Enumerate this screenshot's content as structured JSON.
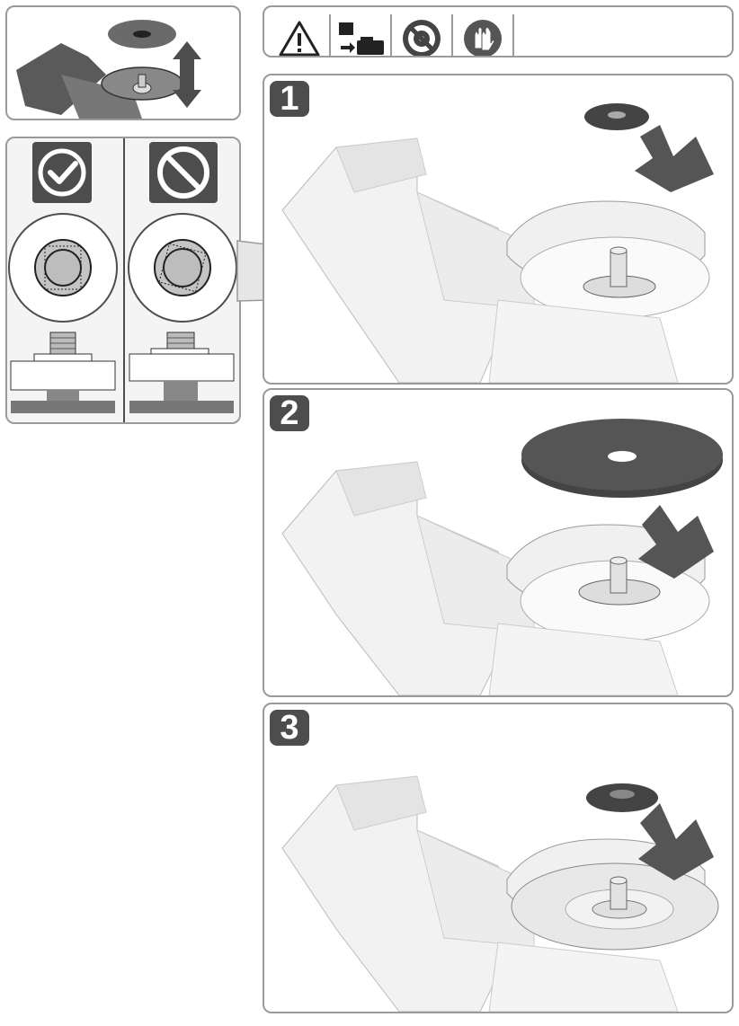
{
  "colors": {
    "panel_bg": "#f4f4f4",
    "panel_border": "#9a9a9a",
    "dark": "#4d4d4d",
    "disc_dark": "#555555",
    "light_grey": "#bdbdbd"
  },
  "header_icons": [
    {
      "name": "warning-triangle-icon"
    },
    {
      "name": "remove-battery-icon"
    },
    {
      "name": "no-disc-damage-icon"
    },
    {
      "name": "gloves-icon"
    }
  ],
  "steps": [
    {
      "number": "1",
      "icon": "flange-down-arrow-icon"
    },
    {
      "number": "2",
      "icon": "disc-down-arrow-icon"
    },
    {
      "number": "3",
      "icon": "nut-down-arrow-icon"
    }
  ],
  "comparison": {
    "correct_icon": "check-circle-icon",
    "wrong_icon": "prohibited-circle-icon"
  }
}
